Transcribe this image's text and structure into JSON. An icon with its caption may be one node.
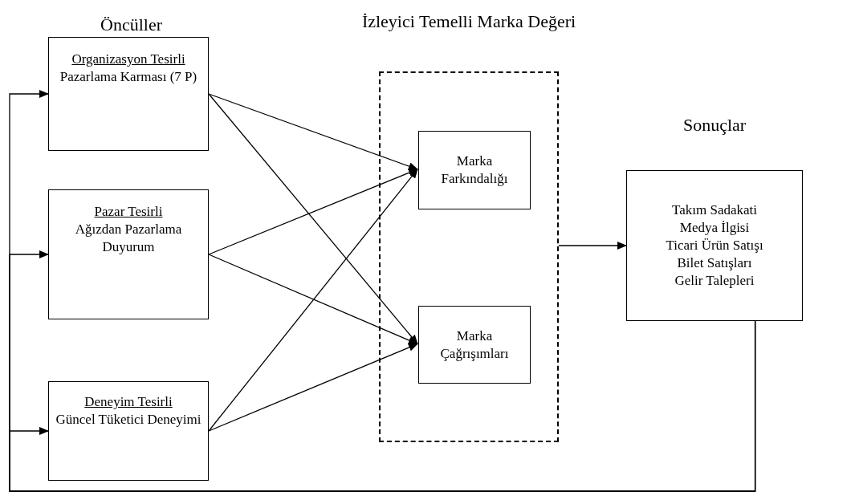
{
  "diagram": {
    "nodes": [
      {
        "text": [
          "Organizasyon Tesirli",
          "Pazarlama Karması (7 P)"
        ]
      },
      {
        "text": [
          "Pazar Tesirli",
          "Ağızdan Pazarlama Duyurum"
        ]
      },
      {
        "text": [
          "Deneyim Tesirli",
          "Güncel Tüketici Deneyimi"
        ]
      },
      {
        "text": [
          "İzleyici Temelli Marka  Değeri"
        ]
      },
      {
        "text": [
          "Marka Farkındalığı"
        ],
        "in": 3
      },
      {
        "text": [
          "Marka Çağrışımları"
        ],
        "in": 3
      },
      {
        "text": [
          "Sonuçlar",
          "Takım Sadakati",
          "Medya İlgisi",
          "Ticari Ürün Satışı",
          "Bilet Satışları",
          "Gelir Talepleri"
        ]
      }
    ],
    "edges": [
      {
        "from": 0,
        "to": 4,
        "arrow": "to"
      },
      {
        "from": 0,
        "to": 5,
        "arrow": "to"
      },
      {
        "from": 1,
        "to": 4,
        "arrow": "to"
      },
      {
        "from": 1,
        "to": 5,
        "arrow": "to"
      },
      {
        "from": 2,
        "to": 4,
        "arrow": "to"
      },
      {
        "from": 2,
        "to": 5,
        "arrow": "to"
      },
      {
        "from": 3,
        "to": 6,
        "arrow": "to"
      },
      {
        "from": 6,
        "to": 0,
        "arrow": "to"
      },
      {
        "from": 6,
        "to": 1,
        "arrow": "to"
      },
      {
        "from": 6,
        "to": 2,
        "arrow": "to"
      }
    ],
    "labels": [
      "Öncüller"
    ]
  }
}
